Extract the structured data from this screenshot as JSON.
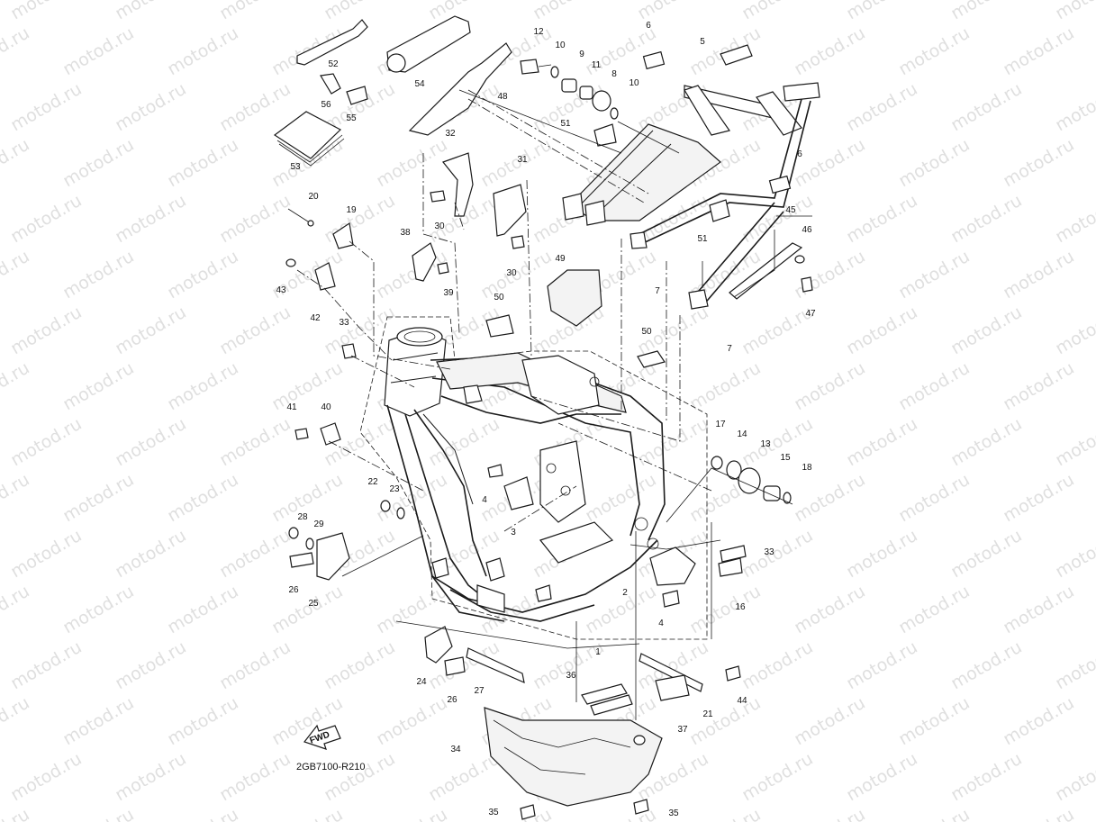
{
  "diagram_code": "2GB7100-R210",
  "fwd_label": "FWD",
  "watermark_text": "motod.ru",
  "callouts": {
    "c1": "1",
    "c2": "2",
    "c3": "3",
    "c4a": "4",
    "c4b": "4",
    "c5": "5",
    "c6a": "6",
    "c6b": "6",
    "c7a": "7",
    "c7b": "7",
    "c8": "8",
    "c9": "9",
    "c10a": "10",
    "c10b": "10",
    "c11": "11",
    "c12": "12",
    "c13": "13",
    "c14": "14",
    "c15": "15",
    "c16": "16",
    "c17": "17",
    "c18": "18",
    "c19": "19",
    "c20": "20",
    "c21": "21",
    "c22": "22",
    "c23": "23",
    "c24": "24",
    "c25": "25",
    "c26a": "26",
    "c26b": "26",
    "c27": "27",
    "c28": "28",
    "c29": "29",
    "c30a": "30",
    "c30b": "30",
    "c31": "31",
    "c32": "32",
    "c33a": "33",
    "c33b": "33",
    "c34": "34",
    "c35a": "35",
    "c35b": "35",
    "c36": "36",
    "c37": "37",
    "c38": "38",
    "c39": "39",
    "c40": "40",
    "c41": "41",
    "c42": "42",
    "c43": "43",
    "c44": "44",
    "c45": "45",
    "c46": "46",
    "c47": "47",
    "c48": "48",
    "c49": "49",
    "c50a": "50",
    "c50b": "50",
    "c51a": "51",
    "c51b": "51",
    "c52": "52",
    "c53": "53",
    "c54": "54",
    "c55": "55",
    "c56": "56"
  }
}
